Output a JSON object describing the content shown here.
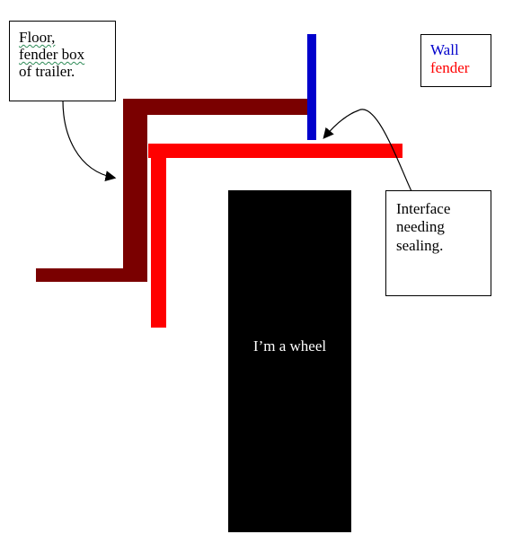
{
  "labels": {
    "floor_box_lines": [
      "Floor,",
      "fender box",
      "of trailer."
    ],
    "legend": {
      "wall": "Wall",
      "fender": "fender"
    },
    "interface_lines": [
      "Interface",
      "needing",
      "sealing."
    ],
    "wheel": "I’m a wheel"
  },
  "colors": {
    "floor": "#7a0000",
    "fender": "#ff0000",
    "wall": "#0000cc",
    "wheel": "#000000",
    "squiggle": "#2e8b57"
  },
  "icons": {
    "floor_arrow": "curved-arrow",
    "interface_arrow": "curved-arrow"
  }
}
